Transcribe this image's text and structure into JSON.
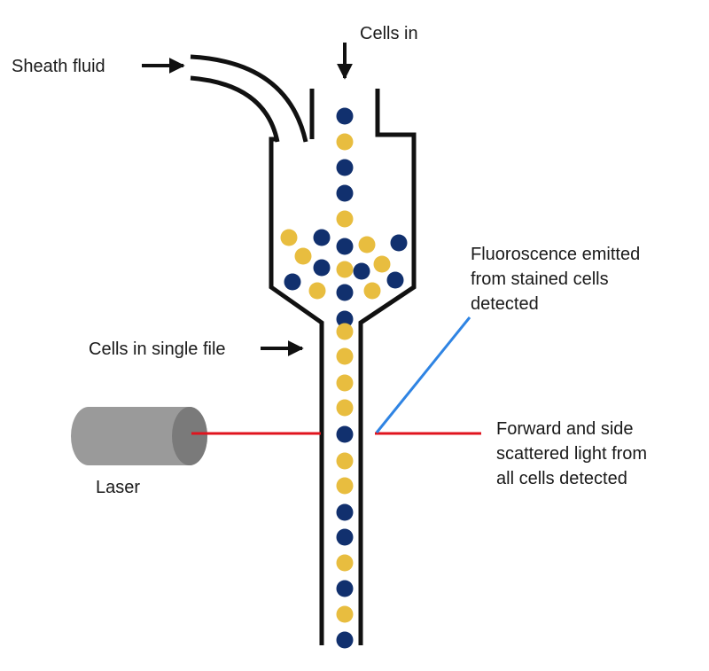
{
  "labels": {
    "cells_in": "Cells in",
    "sheath_fluid": "Sheath fluid",
    "single_file": "Cells in single file",
    "laser": "Laser",
    "fluorescence": [
      "Fluoroscence emitted",
      "from stained cells",
      "detected"
    ],
    "scatter": [
      "Forward and side",
      "scattered light from",
      "all cells detected"
    ]
  },
  "colors": {
    "cell_navy": "#11306e",
    "cell_yellow": "#e8bd3f",
    "laser_beam": "#e0141e",
    "fluorescence_beam": "#2f84e3",
    "outline": "#111111",
    "laser_body": "#9a9a9a",
    "laser_face": "#7a7a7a"
  }
}
